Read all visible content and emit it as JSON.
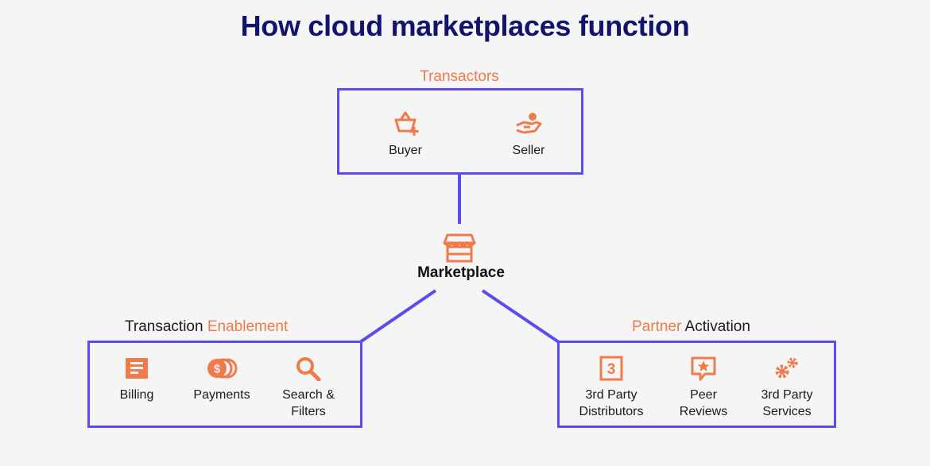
{
  "title": "How cloud marketplaces function",
  "colors": {
    "title": "#12136e",
    "accent": "#f07a4a",
    "box_border": "#5b4bf2",
    "background": "#f5f5f5"
  },
  "transactors": {
    "label": "Transactors",
    "items": [
      {
        "label": "Buyer",
        "icon": "basket-plus-icon"
      },
      {
        "label": "Seller",
        "icon": "hand-coin-icon"
      }
    ]
  },
  "marketplace": {
    "label": "Marketplace",
    "icon": "storefront-icon"
  },
  "transaction_enablement": {
    "label_plain": "Transaction",
    "label_accent": "Enablement",
    "items": [
      {
        "label": "Billing",
        "icon": "invoice-icon"
      },
      {
        "label": "Payments",
        "icon": "coins-icon"
      },
      {
        "label_line1": "Search &",
        "label_line2": "Filters",
        "icon": "magnifier-icon"
      }
    ]
  },
  "partner_activation": {
    "label_accent": "Partner",
    "label_plain": "Activation",
    "items": [
      {
        "label_line1": "3rd Party",
        "label_line2": "Distributors",
        "icon": "number-three-icon"
      },
      {
        "label_line1": "Peer",
        "label_line2": "Reviews",
        "icon": "star-review-icon"
      },
      {
        "label_line1": "3rd Party",
        "label_line2": "Services",
        "icon": "gears-icon"
      }
    ]
  }
}
